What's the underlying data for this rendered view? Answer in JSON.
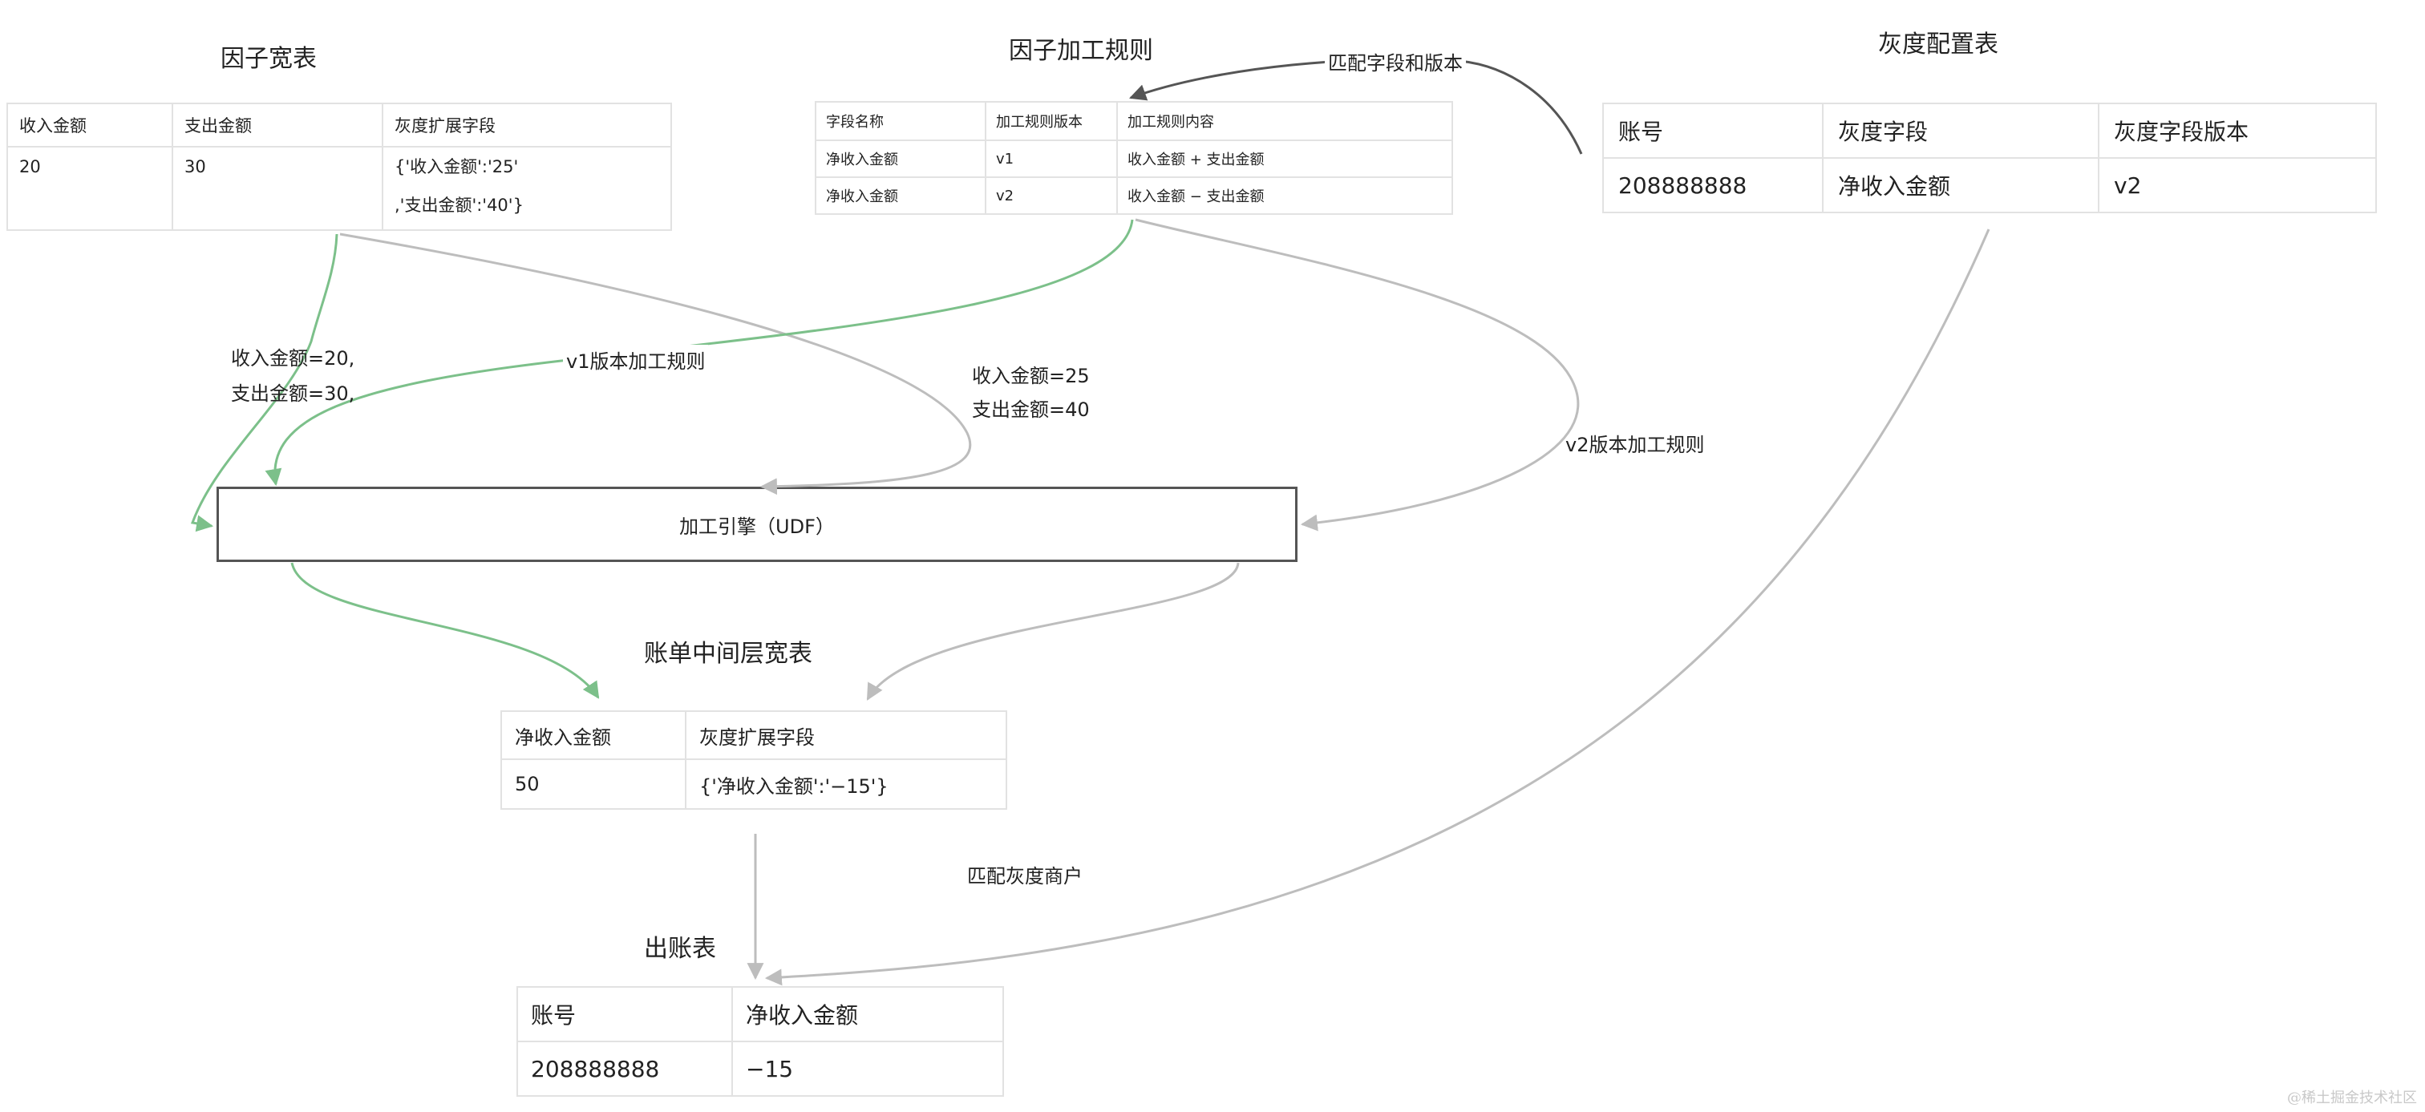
{
  "titles": {
    "factor_table": "因子宽表",
    "rule_table": "因子加工规则",
    "gray_table": "灰度配置表",
    "mid_table": "账单中间层宽表",
    "out_table": "出账表"
  },
  "factor_table": {
    "headers": [
      "收入金额",
      "支出金额",
      "灰度扩展字段"
    ],
    "row": [
      "20",
      "30"
    ],
    "ext_line1": "{'收入金额':'25'",
    "ext_line2": ",'支出金额':'40'}"
  },
  "rule_table": {
    "headers": [
      "字段名称",
      "加工规则版本",
      "加工规则内容"
    ],
    "rows": [
      [
        "净收入金额",
        "v1",
        "收入金额 + 支出金额"
      ],
      [
        "净收入金额",
        "v2",
        "收入金额 − 支出金额"
      ]
    ]
  },
  "gray_table": {
    "headers": [
      "账号",
      "灰度字段",
      "灰度字段版本"
    ],
    "row": [
      "208888888",
      "净收入金额",
      "v2"
    ]
  },
  "engine": {
    "label": "加工引擎（UDF）"
  },
  "mid_table": {
    "headers": [
      "净收入金额",
      "灰度扩展字段"
    ],
    "row": [
      "50",
      "{'净收入金额':'−15'}"
    ]
  },
  "out_table": {
    "headers": [
      "账号",
      "净收入金额"
    ],
    "row": [
      "208888888",
      "−15"
    ]
  },
  "edge_labels": {
    "match_field_version": "匹配字段和版本",
    "income_20": "收入金额=20,",
    "expense_30": "支出金额=30,",
    "v1_rule": "v1版本加工规则",
    "income_25": "收入金额=25",
    "expense_40": "支出金额=40",
    "v2_rule": "v2版本加工规则",
    "match_gray_merchant": "匹配灰度商户"
  },
  "watermark": "@稀土掘金技术社区",
  "colors": {
    "green": "#7cc08a",
    "gray_arrow": "#bdbdbd",
    "dark_arrow": "#555555",
    "border": "#e2e2e2"
  }
}
